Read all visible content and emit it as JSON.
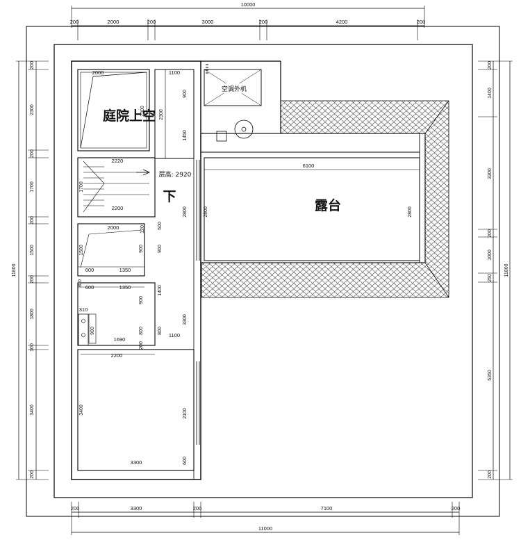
{
  "labels": {
    "courtyard_void": "庭院上空",
    "terrace": "露台",
    "stair_down": "下",
    "floor_height": "层高: 2920",
    "ac_unit": "空调外机"
  },
  "dims_top": {
    "overall": "10000",
    "d1": "200",
    "d2": "2000",
    "d3": "200",
    "d4": "3000",
    "d5": "200",
    "d6": "4200",
    "d7": "200"
  },
  "dims_bottom": {
    "overall": "11000",
    "d1": "200",
    "d2": "3300",
    "d3": "200",
    "d4": "7100",
    "d5": "200"
  },
  "dims_left": {
    "overall": "11800",
    "d1": "200",
    "d2": "2300",
    "d3": "200",
    "d4": "1700",
    "d5": "200",
    "d6": "1500",
    "d7": "200",
    "d8": "1800",
    "d9": "100",
    "d10": "3400",
    "d11": "200"
  },
  "dims_right": {
    "overall": "11800",
    "d1": "200",
    "d2": "1400",
    "d3": "3300",
    "d4": "200",
    "d5": "1000",
    "d6": "250",
    "d7": "5350",
    "d8": "200"
  },
  "inner": {
    "courtyard_w": "2000",
    "courtyard_h": "2300",
    "gap1100": "1100",
    "v900": "900",
    "v1450": "1450",
    "v2300": "2300",
    "stair_w_top": "2220",
    "stair_w_bottom": "2200",
    "stair_h": "1700",
    "terrace_w": "6100",
    "terrace_h_l": "2800",
    "terrace_h_r": "2800",
    "room1_w": "2000",
    "room1_h": "1500",
    "room1_120": "120",
    "room1_500": "500",
    "v900b": "900",
    "v900c": "900",
    "w600": "600",
    "w1350a": "1350",
    "w1350b": "1350",
    "w600b": "600",
    "v300": "300",
    "v900d": "900",
    "v1400": "1400",
    "w310": "310",
    "v900e": "900",
    "w1690": "1690",
    "v800": "800",
    "v800b": "800",
    "w1100b": "1100",
    "v3300": "3300",
    "v200": "200",
    "w2200": "2200",
    "v3400": "3400",
    "w3300": "3300",
    "v2100": "2100",
    "v600": "600",
    "v2800c": "2800"
  }
}
